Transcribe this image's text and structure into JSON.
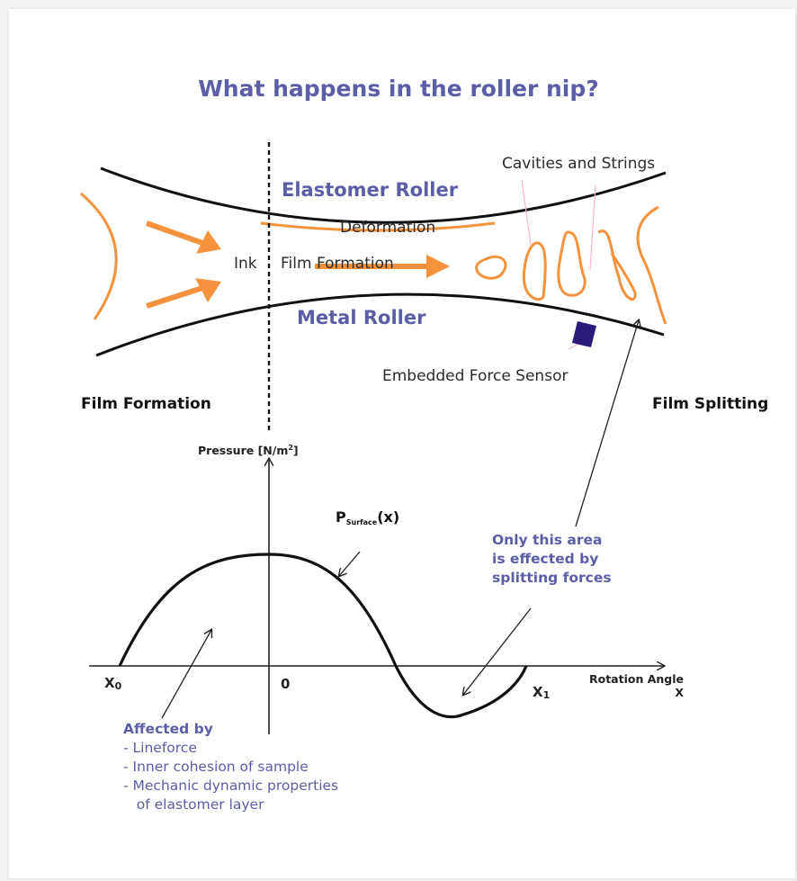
{
  "title": "What happens in the roller nip?",
  "labels": {
    "elastomer_roller": "Elastomer Roller",
    "metal_roller": "Metal Roller",
    "deformation": "Deformation",
    "ink": "Ink",
    "film_formation_center": "Film Formation",
    "cavities_and_strings": "Cavities and Strings",
    "embedded_force_sensor": "Embedded Force Sensor",
    "film_formation": "Film Formation",
    "film_splitting": "Film Splitting"
  },
  "graph": {
    "y_axis_label": "Pressure [N/m",
    "y_axis_label_sup": "2",
    "y_axis_label_close": "]",
    "function_label": "P",
    "function_label_sub": "Surface",
    "function_label_arg": "(x)",
    "x0": "X",
    "x0_sub": "0",
    "origin": "0",
    "x1": "X",
    "x1_sub": "1",
    "x_axis_label_line1": "Rotation Angle",
    "x_axis_label_line2": "X"
  },
  "note_splitting": [
    "Only this area",
    "is effected by",
    "splitting forces"
  ],
  "affected": {
    "heading": "Affected by",
    "items": [
      "- Lineforce",
      "- Inner cohesion of sample",
      "- Mechanic dynamic properties",
      "   of elastomer layer"
    ]
  },
  "colors": {
    "accent": "#5b5ea6",
    "ink": "#f5923e",
    "sensor": "#2a1a7a",
    "string_lines": "#f4b3d6"
  }
}
